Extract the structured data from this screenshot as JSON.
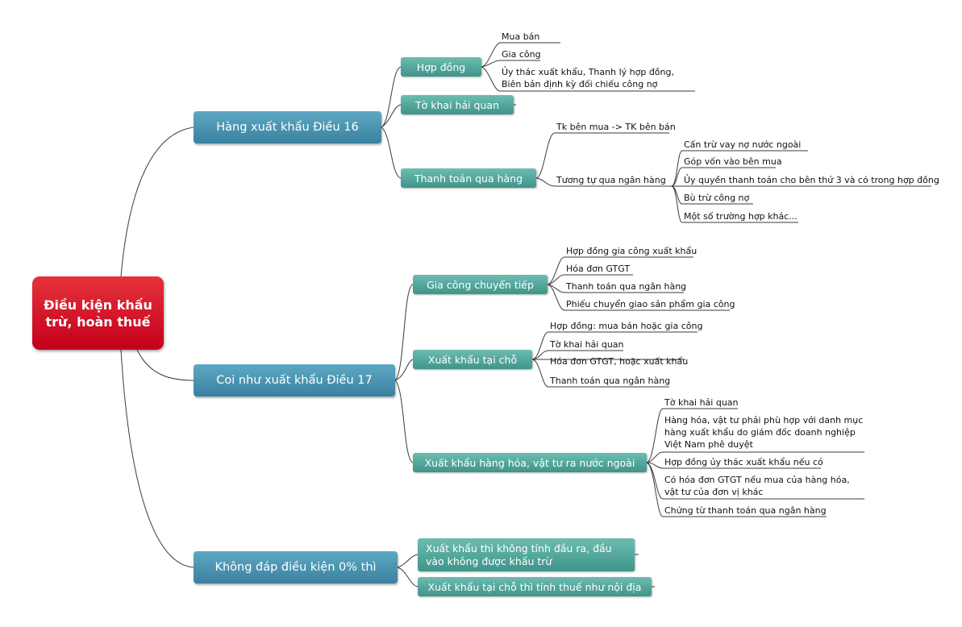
{
  "root": {
    "label": "Điều kiện khấu trừ, hoàn thuế"
  },
  "branches": [
    {
      "label": "Hàng xuất khẩu Điều 16",
      "children": [
        {
          "label": "Hợp đồng",
          "children": [
            "Mua bán",
            "Gia công",
            "Ủy thác xuất khẩu, Thanh lý hợp đồng, Biên bản định kỳ đối chiếu công nợ"
          ]
        },
        {
          "label": "Tờ khai hải quan",
          "children": []
        },
        {
          "label": "Thanh toán qua hàng",
          "children": [
            {
              "label": "Tk bên mua -> TK bên bán",
              "children": []
            },
            {
              "label": "Tương tự qua ngân hàng",
              "children": [
                "Cấn trừ vay nợ nước ngoài",
                "Góp vốn vào bên mua",
                "Ủy quyền thanh toán cho bên thứ 3 và có trong hợp đồng",
                "Bù trừ công nợ",
                "Một số trường hợp khác..."
              ]
            }
          ]
        }
      ]
    },
    {
      "label": "Coi như xuất khẩu Điều 17",
      "children": [
        {
          "label": "Gia công chuyển tiếp",
          "children": [
            "Hợp đồng gia công xuất khẩu",
            "Hóa đơn GTGT",
            "Thanh toán qua ngân hàng",
            "Phiếu chuyển giao sản phẩm gia công"
          ]
        },
        {
          "label": "Xuất khẩu tại chỗ",
          "children": [
            "Hợp đồng: mua bán hoặc gia công",
            "Tờ khai hải quan",
            "Hóa đơn GTGT, hoặc xuất khẩu",
            "Thanh toán qua ngân hàng"
          ]
        },
        {
          "label": "Xuất khẩu hàng hóa, vật tư ra nước ngoài",
          "children": [
            "Tờ khai hải quan",
            "Hàng hóa, vật tư phải phù hợp với danh mục hàng xuất khẩu do giám đốc doanh nghiệp Việt Nam phê duyệt",
            "Hợp đồng ủy thác xuất khẩu nếu có",
            "Có hóa đơn GTGT nếu mua của hàng hóa, vật tư của đơn vị khác",
            "Chứng từ thanh toán qua ngân hàng"
          ]
        }
      ]
    },
    {
      "label": "Không đáp điều kiện 0% thì",
      "children": [
        {
          "label": "Xuất khẩu thì không tính đầu ra, đầu vào không được khấu trừ",
          "children": []
        },
        {
          "label": "Xuất khẩu tại chỗ thì tính thuế như nội địa",
          "children": []
        }
      ]
    }
  ],
  "colors": {
    "root": "#d3101f",
    "main_topic": "#4a93b1",
    "subtopic": "#4fa398",
    "line": "#3b3b3b"
  }
}
